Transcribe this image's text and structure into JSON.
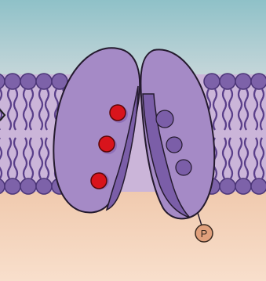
{
  "diagram": {
    "phosphate_label": "P",
    "colors": {
      "extracellular_top": "#8fc1c8",
      "extracellular_bottom": "#b7cfd2",
      "membrane_band": "#c9b3d6",
      "cytoplasm": "#f3d2b8",
      "lipid_head": "#7d62a9",
      "lipid_head_stroke": "#4b3577",
      "lipid_tail": "#5a3f8a",
      "protein_fill": "#a58ac6",
      "protein_stroke": "#2a1f33",
      "pocket_shade": "#7b5ea8",
      "ligand": "#d8141c",
      "phosphate": "#e0a07c"
    },
    "elements": {
      "protein_subunits": 2,
      "bound_ligands": 3,
      "empty_binding_sites": 3,
      "phosphate_groups": 1
    }
  }
}
